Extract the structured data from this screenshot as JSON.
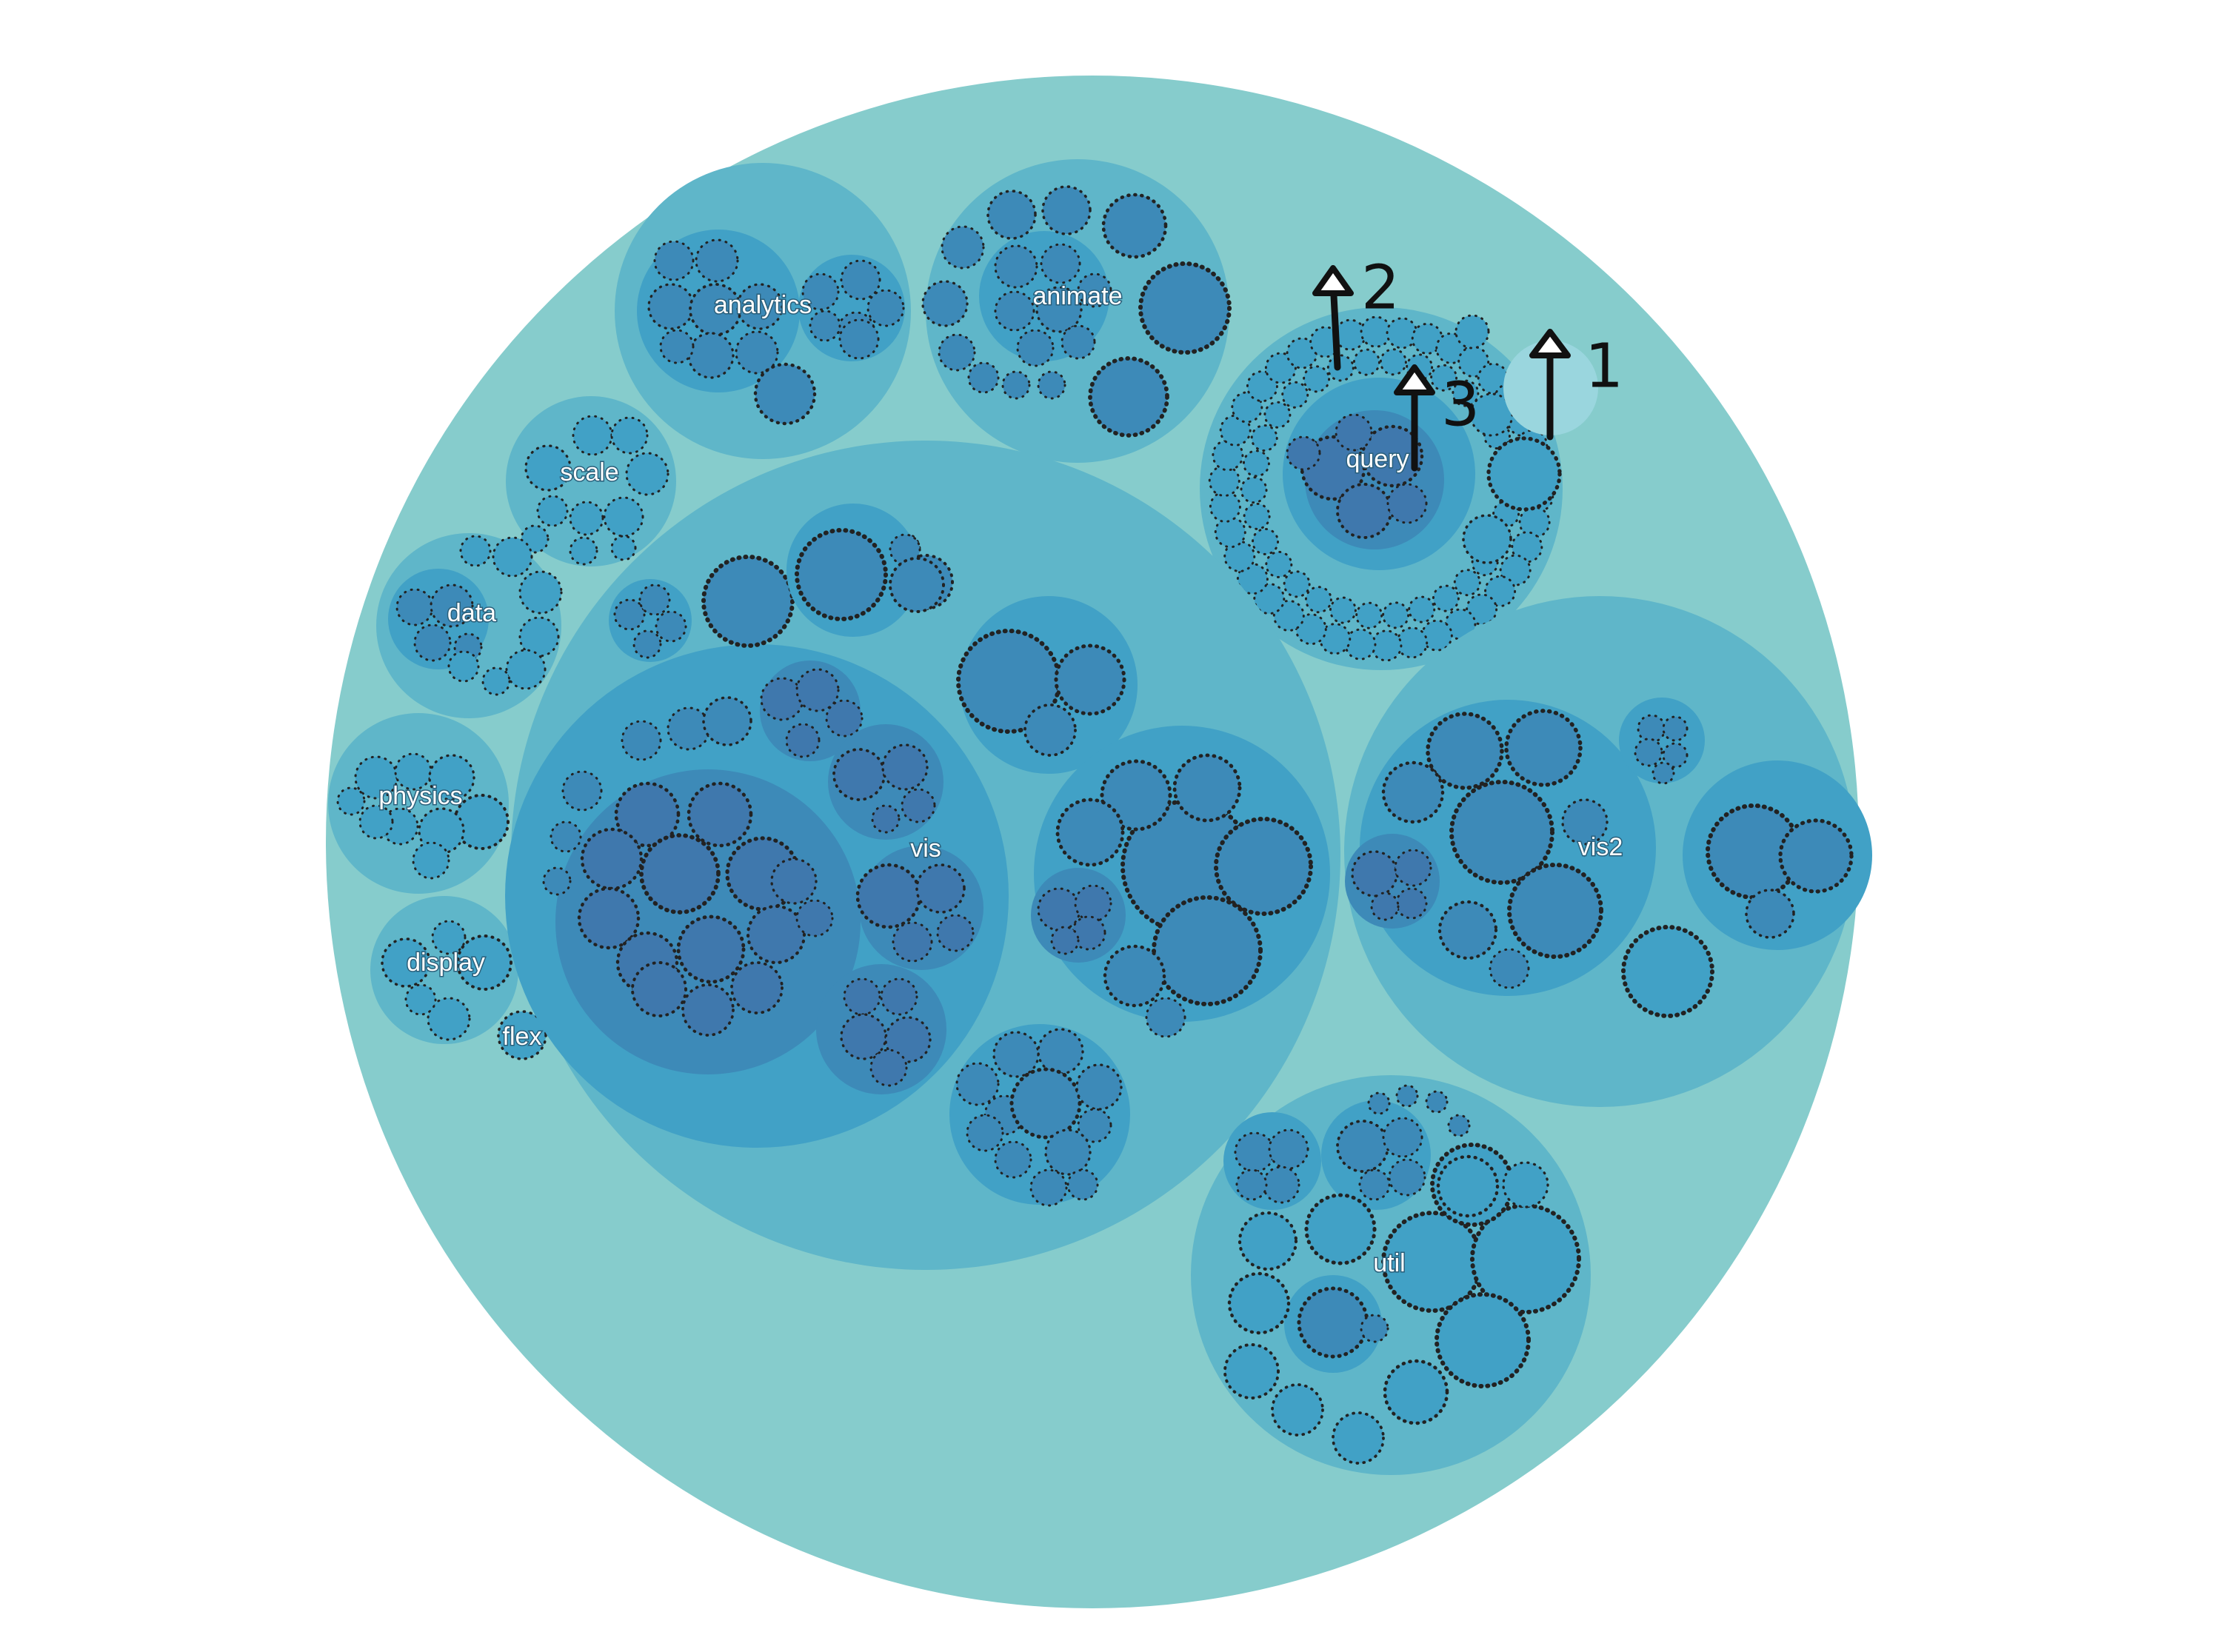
{
  "colors": {
    "background": "#ffffff",
    "root": "#86cccc",
    "depth1": "#5fb6c9",
    "depth2": "#41a1c6",
    "depth3": "#3d8ab8",
    "depth4": "#3f78ad",
    "leaf_stroke": "#222222",
    "label_text": "#ffffff",
    "annotation": "#111111"
  },
  "labels": {
    "analytics": "analytics",
    "animate": "animate",
    "query": "query",
    "scale": "scale",
    "data": "data",
    "physics": "physics",
    "display": "display",
    "flex": "flex",
    "vis": "vis",
    "vis2": "vis2",
    "util": "util"
  },
  "annotations": {
    "a1": "1",
    "a2": "2",
    "a3": "3"
  },
  "style": {
    "leaf_dash": "dotted",
    "label_outline": "dark halo"
  }
}
